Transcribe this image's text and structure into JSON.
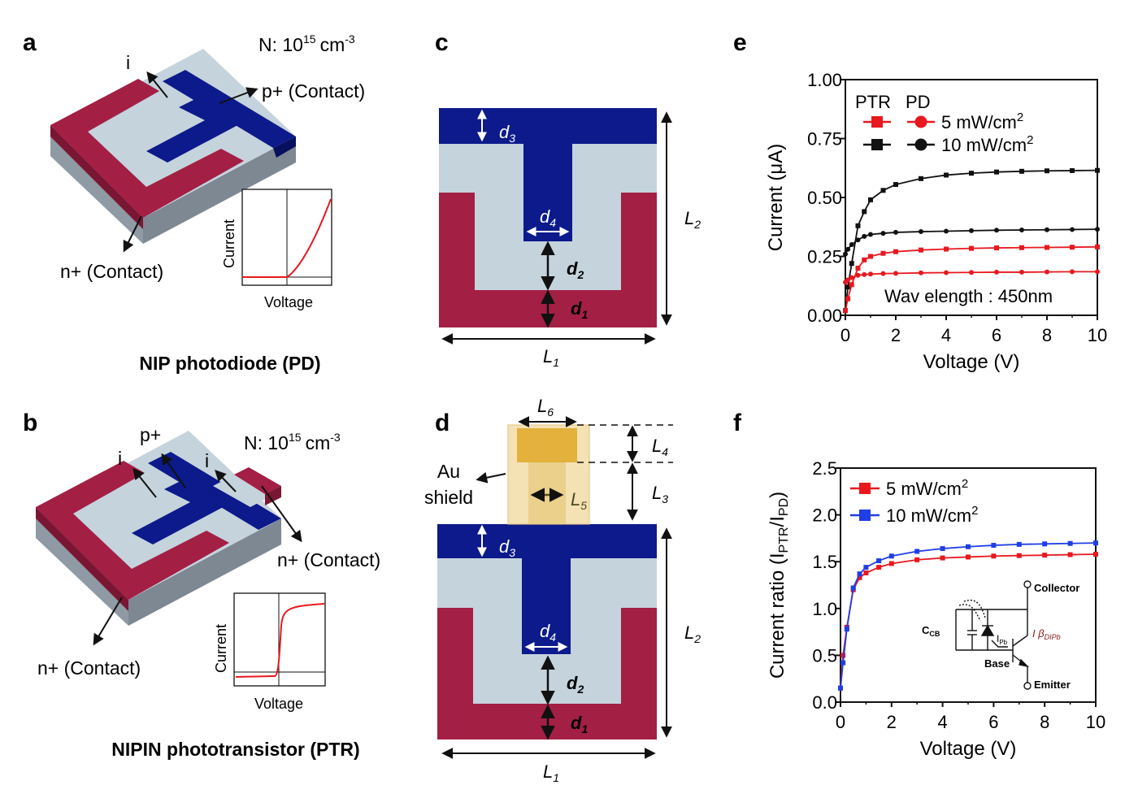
{
  "panels": {
    "a": {
      "letter": "a",
      "doping": "N: 10",
      "doping_exp": "15",
      "doping_unit": "cm",
      "doping_unit_exp": "-3",
      "label_i": "i",
      "label_p": "p+ (Contact)",
      "label_n": "n+ (Contact)",
      "inset_xlabel": "Voltage",
      "inset_ylabel": "Current",
      "caption": "NIP photodiode (PD)"
    },
    "b": {
      "letter": "b",
      "doping": "N: 10",
      "doping_exp": "15",
      "doping_unit": "cm",
      "doping_unit_exp": "-3",
      "label_p": "p+",
      "label_i1": "i",
      "label_i2": "i",
      "label_n1": "n+ (Contact)",
      "label_n2": "n+ (Contact)",
      "inset_xlabel": "Voltage",
      "inset_ylabel": "Current",
      "caption": "NIPIN phototransistor (PTR)"
    },
    "c": {
      "letter": "c",
      "d3": "d",
      "d3s": "3",
      "d4": "d",
      "d4s": "4",
      "d2": "d",
      "d2s": "2",
      "d1": "d",
      "d1s": "1",
      "L1": "L",
      "L1s": "1",
      "L2": "L",
      "L2s": "2"
    },
    "d": {
      "letter": "d",
      "shield_line1": "Au",
      "shield_line2": "shield",
      "L6": "L",
      "L6s": "6",
      "L5": "L",
      "L5s": "5",
      "L4": "L",
      "L4s": "4",
      "L3": "L",
      "L3s": "3",
      "d3": "d",
      "d3s": "3",
      "d4": "d",
      "d4s": "4",
      "d2": "d",
      "d2s": "2",
      "d1": "d",
      "d1s": "1",
      "L1": "L",
      "L1s": "1",
      "L2": "L",
      "L2s": "2"
    },
    "e": {
      "letter": "e",
      "legend_head_ptr": "PTR",
      "legend_head_pd": "PD",
      "legend_5": "5 mW/cm",
      "legend_10": "10 mW/cm",
      "legend_sup": "2",
      "annotation": "Wav elength : 450nm"
    },
    "f": {
      "letter": "f",
      "legend_5": "5 mW/cm",
      "legend_10": "10 mW/cm",
      "legend_sup": "2",
      "circuit_collector": "Collector",
      "circuit_base": "Base",
      "circuit_emitter": "Emitter",
      "circuit_ccb": "C",
      "circuit_ccb_sub": "CB",
      "circuit_ipb": "I",
      "circuit_ipb_sub": "Pb",
      "circuit_gain": "I β",
      "circuit_gain_sub": "DI",
      "circuit_gain_sub2": "Pb"
    }
  },
  "colors": {
    "n_plus": "#a31f44",
    "p_plus": "#0c1a8c",
    "intrinsic": "#c5d3dc",
    "substrate": "#8f9aa4",
    "gold": "#e3b13c",
    "red": "#e8181e",
    "blue": "#1f3ee6",
    "black": "#111111"
  },
  "chart_data": [
    {
      "type": "line",
      "panel": "e",
      "xlabel": "Voltage (V)",
      "ylabel": "Current (μA)",
      "xlim": [
        0,
        10
      ],
      "ylim": [
        0,
        1
      ],
      "xticks": [
        "0",
        "2",
        "4",
        "6",
        "8",
        "10"
      ],
      "yticks": [
        "0.00",
        "0.25",
        "0.50",
        "0.75",
        "1.00"
      ],
      "grid": false,
      "legend": "top-left",
      "series": [
        {
          "name": "PTR 10 mW/cm2",
          "color": "#111111",
          "marker": "square",
          "x": [
            0,
            0.1,
            0.25,
            0.5,
            0.75,
            1,
            1.5,
            2,
            3,
            4,
            5,
            6,
            7,
            8,
            9,
            10
          ],
          "values": [
            0.02,
            0.12,
            0.22,
            0.38,
            0.44,
            0.49,
            0.53,
            0.555,
            0.58,
            0.595,
            0.603,
            0.608,
            0.611,
            0.613,
            0.614,
            0.615
          ]
        },
        {
          "name": "PD 10 mW/cm2",
          "color": "#111111",
          "marker": "circle",
          "x": [
            0,
            0.1,
            0.25,
            0.5,
            0.75,
            1,
            1.5,
            2,
            3,
            4,
            5,
            6,
            7,
            8,
            9,
            10
          ],
          "values": [
            0.26,
            0.28,
            0.3,
            0.32,
            0.335,
            0.343,
            0.348,
            0.352,
            0.355,
            0.357,
            0.359,
            0.361,
            0.362,
            0.363,
            0.364,
            0.365
          ]
        },
        {
          "name": "PTR 5 mW/cm2",
          "color": "#e8181e",
          "marker": "square",
          "x": [
            0,
            0.1,
            0.25,
            0.5,
            0.75,
            1,
            1.5,
            2,
            3,
            4,
            5,
            6,
            7,
            8,
            9,
            10
          ],
          "values": [
            0.02,
            0.07,
            0.13,
            0.2,
            0.235,
            0.25,
            0.263,
            0.27,
            0.277,
            0.281,
            0.284,
            0.286,
            0.287,
            0.288,
            0.289,
            0.29
          ]
        },
        {
          "name": "PD 5 mW/cm2",
          "color": "#e8181e",
          "marker": "circle",
          "x": [
            0,
            0.1,
            0.25,
            0.5,
            0.75,
            1,
            1.5,
            2,
            3,
            4,
            5,
            6,
            7,
            8,
            9,
            10
          ],
          "values": [
            0.14,
            0.15,
            0.16,
            0.17,
            0.173,
            0.175,
            0.177,
            0.178,
            0.18,
            0.181,
            0.182,
            0.183,
            0.183,
            0.184,
            0.185,
            0.185
          ]
        }
      ]
    },
    {
      "type": "line",
      "panel": "f",
      "xlabel": "Voltage (V)",
      "ylabel": "Current ratio (I",
      "ylabel_sub1": "PTR",
      "ylabel_mid": "/I",
      "ylabel_sub2": "PD",
      "ylabel_end": ")",
      "xlim": [
        0,
        10
      ],
      "ylim": [
        0,
        2.5
      ],
      "xticks": [
        "0",
        "2",
        "4",
        "6",
        "8",
        "10"
      ],
      "yticks": [
        "0.0",
        "0.5",
        "1.0",
        "1.5",
        "2.0",
        "2.5"
      ],
      "grid": false,
      "legend": "top-left",
      "series": [
        {
          "name": "5 mW/cm2",
          "color": "#e8181e",
          "marker": "square",
          "x": [
            0,
            0.1,
            0.25,
            0.5,
            0.75,
            1,
            1.5,
            2,
            3,
            4,
            5,
            6,
            7,
            8,
            9,
            10
          ],
          "values": [
            0.15,
            0.5,
            0.8,
            1.2,
            1.33,
            1.38,
            1.44,
            1.48,
            1.52,
            1.54,
            1.55,
            1.56,
            1.565,
            1.57,
            1.575,
            1.58
          ]
        },
        {
          "name": "10 mW/cm2",
          "color": "#1f3ee6",
          "marker": "square",
          "x": [
            0,
            0.1,
            0.25,
            0.5,
            0.75,
            1,
            1.5,
            2,
            3,
            4,
            5,
            6,
            7,
            8,
            9,
            10
          ],
          "values": [
            0.15,
            0.42,
            0.78,
            1.22,
            1.37,
            1.44,
            1.51,
            1.56,
            1.61,
            1.64,
            1.66,
            1.675,
            1.685,
            1.69,
            1.695,
            1.7
          ]
        }
      ]
    }
  ]
}
